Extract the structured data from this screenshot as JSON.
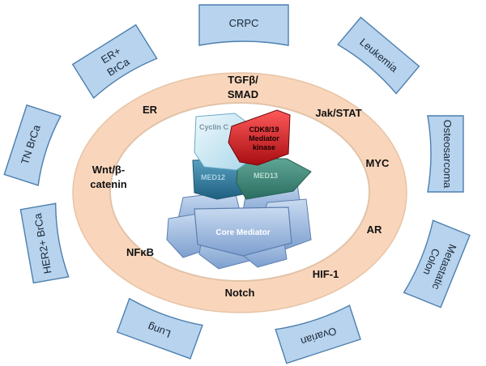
{
  "colors": {
    "card_fill": "#b7d3ee",
    "card_stroke": "#4d7fae",
    "ring_fill": "#f9d6bb",
    "kinase_red": "#d0121b",
    "cyclin_c": "#cde9f3",
    "med12": "#2f7fa1",
    "med13": "#3f8a7c",
    "core_mediator": "#95b4dc"
  },
  "diseases": {
    "crpc": "CRPC",
    "leukemia": "Leukemia",
    "osteosarcoma": "Osteosarcoma",
    "metastatic_colon_1": "Metastatic",
    "metastatic_colon_2": "Colon",
    "ovarian": "Ovarian",
    "lung": "Lung",
    "her2_brca": "HER2+ BrCa",
    "tn_brca": "TN BrCa",
    "er_brca_1": "ER+",
    "er_brca_2": "BrCa"
  },
  "pathways": {
    "tgfb_1": "TGFβ/",
    "tgfb_2": "SMAD",
    "jak_stat": "Jak/STAT",
    "myc": "MYC",
    "ar": "AR",
    "hif1": "HIF-1",
    "notch": "Notch",
    "nfkb": "NFκB",
    "wnt_1": "Wnt/β-",
    "wnt_2": "catenin",
    "er": "ER"
  },
  "complex": {
    "cyclin_c": "Cyclin C",
    "cdk_1": "CDK8/19",
    "cdk_2": "Mediator",
    "cdk_3": "kinase",
    "med12": "MED12",
    "med13": "MED13",
    "core_mediator": "Core Mediator"
  }
}
